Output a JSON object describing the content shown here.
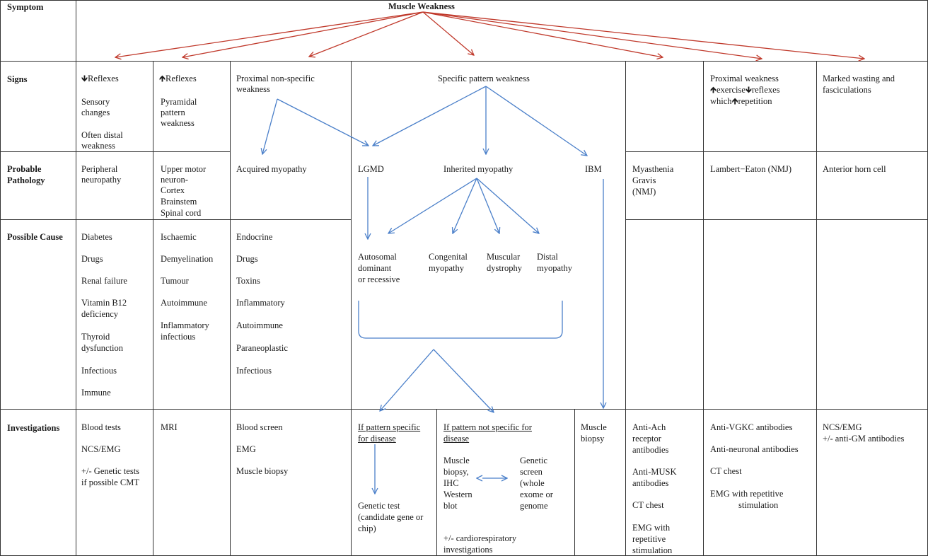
{
  "colors": {
    "red": "#c0392b",
    "blue": "#4a7fc9",
    "grid": "#333333"
  },
  "rows": {
    "symptom": "Symptom",
    "signs": "Signs",
    "pathology": [
      "Probable",
      "Pathology"
    ],
    "cause": "Possible Cause",
    "investigations": "Investigations"
  },
  "symptom_title": "Muscle Weakness",
  "arrow_glyphs": {
    "down": "🡻",
    "up": "🡹"
  },
  "signs": {
    "peripheral": {
      "reflexes": "Reflexes",
      "lines": [
        "Sensory",
        "changes",
        "Often distal",
        "weakness"
      ]
    },
    "upper": {
      "reflexes": "Reflexes",
      "lines": [
        "Pyramidal",
        "pattern",
        "weakness"
      ]
    },
    "proximal": [
      "Proximal non-specific",
      "weakness"
    ],
    "specific": "Specific pattern weakness",
    "lambert": {
      "line1": "Proximal weakness",
      "exercise": "exercise",
      "reflexes": "reflexes",
      "which": "which",
      "repetition": "repetition"
    },
    "anterior": [
      "Marked wasting and",
      "fasciculations"
    ]
  },
  "pathology": {
    "peripheral": [
      "Peripheral",
      "neuropathy"
    ],
    "upper": [
      "Upper motor",
      "neuron-",
      "Cortex",
      "Brainstem",
      "Spinal cord"
    ],
    "acquired": "Acquired myopathy",
    "lgmd": "LGMD",
    "inherited": "Inherited myopathy",
    "ibm": "IBM",
    "myasthenia": [
      "Myasthenia",
      "Gravis",
      "(NMJ)"
    ],
    "lambert": "Lambert−Eaton (NMJ)",
    "anterior": "Anterior horn cell"
  },
  "causes": {
    "peripheral": [
      "Diabetes",
      "Drugs",
      "Renal failure",
      "Vitamin B12",
      "deficiency",
      "Thyroid",
      "dysfunction",
      "Infectious",
      "Immune"
    ],
    "upper": [
      "Ischaemic",
      "Demyelination",
      "Tumour",
      "Autoimmune",
      "Inflammatory",
      "infectious"
    ],
    "proximal": [
      "Endocrine",
      "Drugs",
      "Toxins",
      "Inflammatory",
      "Autoimmune",
      "Paraneoplastic",
      "Infectious"
    ],
    "autosomal": [
      "Autosomal",
      "dominant",
      "or recessive"
    ],
    "congenital": [
      "Congenital",
      "myopathy"
    ],
    "muscular": [
      "Muscular",
      "dystrophy"
    ],
    "distal": [
      "Distal",
      "myopathy"
    ]
  },
  "investigations": {
    "peripheral": [
      "Blood tests",
      "NCS/EMG",
      "+/- Genetic tests",
      "if possible CMT"
    ],
    "upper": [
      "MRI"
    ],
    "proximal": [
      "Blood screen",
      "EMG",
      "Muscle biopsy"
    ],
    "specific_head": [
      "If pattern specific",
      "for disease"
    ],
    "specific_result": [
      "Genetic test",
      "(candidate gene or",
      "chip)"
    ],
    "nonspecific_head": [
      "If pattern not specific for",
      "disease"
    ],
    "nonspecific_left": [
      "Muscle",
      "biopsy,",
      "IHC",
      "Western",
      "blot"
    ],
    "nonspecific_right": [
      "Genetic",
      "screen",
      "(whole",
      "exome or",
      "genome"
    ],
    "nonspecific_foot": [
      "+/- cardiorespiratory",
      "investigations"
    ],
    "ibm": [
      "Muscle",
      "biopsy"
    ],
    "myasthenia": [
      "Anti-Ach",
      "receptor",
      "antibodies",
      "Anti-MUSK",
      "antibodies",
      "CT chest",
      "EMG with",
      "repetitive",
      "stimulation"
    ],
    "lambert": [
      "Anti-VGKC antibodies",
      "Anti-neuronal antibodies",
      "CT chest",
      "EMG with repetitive",
      "stimulation"
    ],
    "anterior": [
      "NCS/EMG",
      "+/- anti-GM antibodies"
    ]
  }
}
